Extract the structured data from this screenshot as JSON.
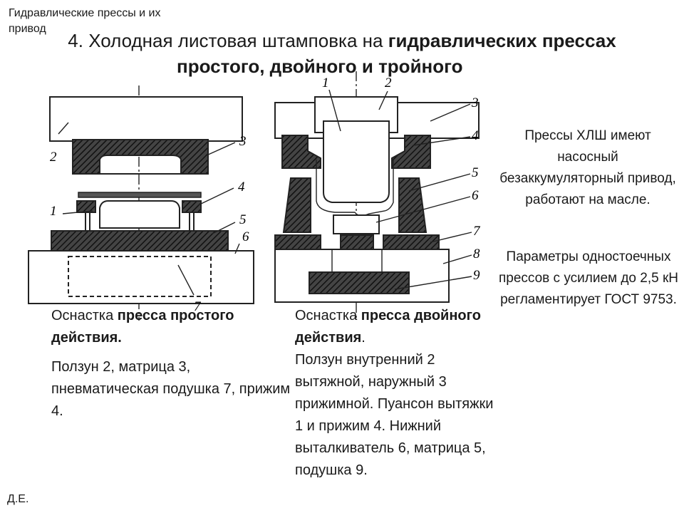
{
  "header": {
    "topic": "Гидравлические прессы и их привод",
    "title_plain": "4. Холодная листовая штамповка на ",
    "title_bold": "гидравлических прессах",
    "title_line2": "простого, двойного и тройного"
  },
  "figure_left": {
    "labels": [
      "1",
      "2",
      "3",
      "4",
      "5",
      "6",
      "7"
    ]
  },
  "figure_right": {
    "labels": [
      "1",
      "2",
      "3",
      "4",
      "5",
      "6",
      "7",
      "8",
      "9"
    ]
  },
  "caption_left": {
    "lead": "Оснастка ",
    "bold": "пресса простого действия.",
    "body": "Ползун 2, матрица 3, пневматическая подушка 7, прижим 4."
  },
  "caption_right": {
    "lead": "Оснастка ",
    "bold": "пресса двойного действия",
    "tail": ".",
    "body": "Ползун внутренний 2 вытяжной, наружный 3 прижимной. Пуансон вытяжки 1 и прижим 4. Нижний выталкиватель 6, матрица 5, подушка 9."
  },
  "side": {
    "note1": "Прессы ХЛШ имеют насосный безаккумуляторный привод, работают на масле.",
    "note2": "Параметры одностоечных прессов с усилием до 2,5 кН регламентирует ГОСТ 9753."
  },
  "footer": {
    "author": "Д.Е."
  }
}
